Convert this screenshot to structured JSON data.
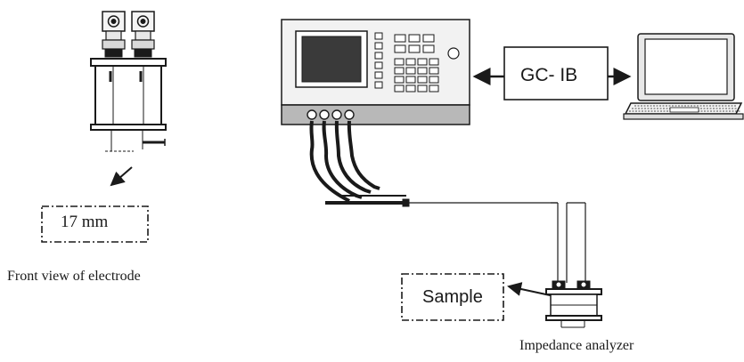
{
  "labels": {
    "electrode_dimension": "17 mm",
    "electrode_caption": "Front view of electrode",
    "interface": "GC- IB",
    "sample": "Sample",
    "analyzer_caption": "Impedance analyzer"
  },
  "icons": [
    "electrode-icon",
    "impedance-analyzer-instrument-icon",
    "laptop-icon",
    "sample-holder-icon"
  ],
  "colors": {
    "line": "#1a1a1a",
    "screen": "#3a3a3a",
    "instrument_body": "#f2f2f2",
    "instrument_base": "#b8b8b8"
  }
}
